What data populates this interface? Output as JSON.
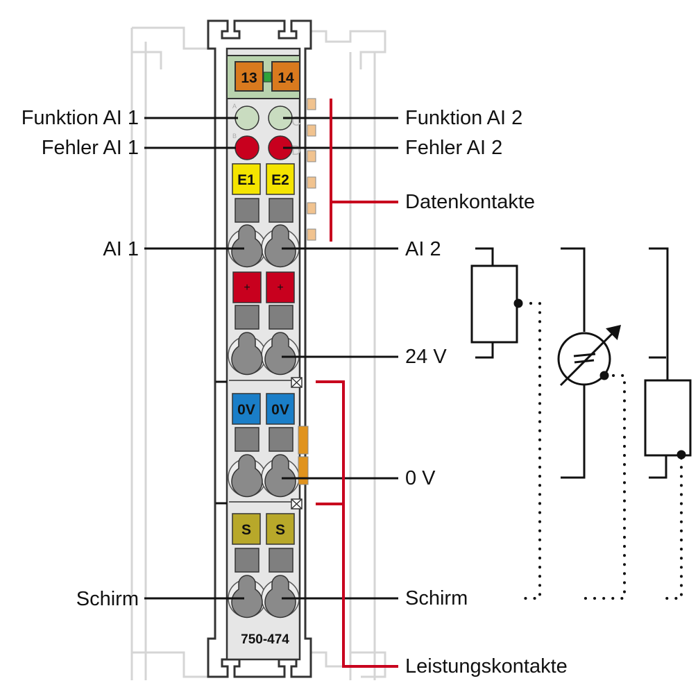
{
  "labels": {
    "funktion_ai1": "Funktion AI 1",
    "fehler_ai1": "Fehler AI 1",
    "ai1": "AI 1",
    "schirm_left": "Schirm",
    "funktion_ai2": "Funktion AI 2",
    "fehler_ai2": "Fehler AI 2",
    "datenkontakte": "Datenkontakte",
    "ai2": "AI 2",
    "v24": "24 V",
    "v0": "0 V",
    "schirm_right": "Schirm",
    "leistungskontakte": "Leistungskontakte"
  },
  "module": {
    "number": "750-474",
    "top_terminals": [
      "13",
      "14"
    ],
    "led_letters": [
      "A",
      "B",
      "C",
      "D"
    ],
    "row_e": [
      "E1",
      "E2"
    ],
    "row_plus": [
      "+",
      "+"
    ],
    "row_0v": [
      "0V",
      "0V"
    ],
    "row_s": [
      "S",
      "S"
    ]
  },
  "colors": {
    "housing": "#e6e6e6",
    "outline": "#333333",
    "green_led": "#c9dcc0",
    "red_led": "#c8001e",
    "yellow": "#f4e400",
    "red_block": "#c8001e",
    "blue": "#1a7ec8",
    "olive": "#b8a82a",
    "orange": "#d97a1e",
    "accent_red": "#c8001e",
    "top_green": "#b9d3ae",
    "grey_block": "#7f7f7f"
  }
}
